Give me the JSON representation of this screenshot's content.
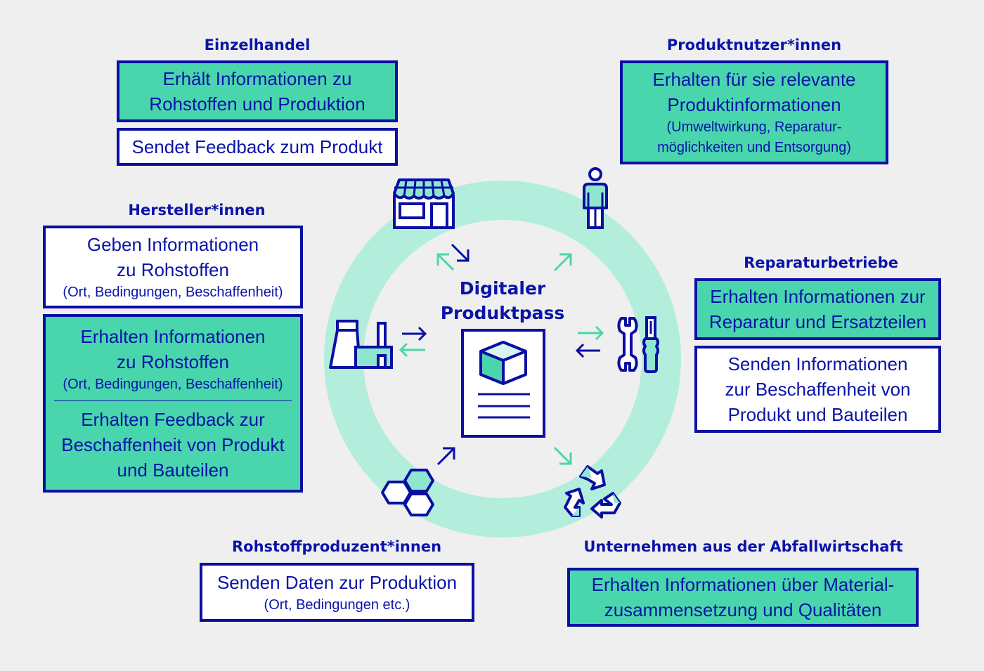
{
  "colors": {
    "navy": "#0a0fa3",
    "green": "#49d6ad",
    "light_green": "#b3eedd",
    "background": "#efefef"
  },
  "center": {
    "title_line1": "Digitaler",
    "title_line2": "Produktpass",
    "icon": "product-passport-document-icon"
  },
  "stakeholders": {
    "einzelhandel": {
      "title": "Einzelhandel",
      "icon": "shop-icon",
      "boxes": [
        {
          "style": "green",
          "line1": "Erhält Informationen zu",
          "line2": "Rohstoffen und Produktion"
        },
        {
          "style": "white",
          "line1": "Sendet Feedback zum Produkt"
        }
      ]
    },
    "produktnutzer": {
      "title": "Produktnutzer*innen",
      "icon": "person-icon",
      "boxes": [
        {
          "style": "green",
          "line1": "Erhalten für sie relevante",
          "line2": "Produktinformationen",
          "note1": "(Umweltwirkung, Reparatur-",
          "note2": "möglichkeiten und Entsorgung)"
        }
      ]
    },
    "hersteller": {
      "title": "Hersteller*innen",
      "icon": "factory-icon",
      "boxes": [
        {
          "style": "white",
          "line1": "Geben Informationen",
          "line2": "zu Rohstoffen",
          "note1": "(Ort, Bedingungen, Beschaffenheit)"
        },
        {
          "style": "green",
          "line1": "Erhalten Informationen",
          "line2": "zu Rohstoffen",
          "note1": "(Ort, Bedingungen, Beschaffenheit)",
          "line3": "Erhalten Feedback zur",
          "line4": "Beschaffenheit von Produkt",
          "line5": "und Bauteilen"
        }
      ]
    },
    "reparaturbetriebe": {
      "title": "Reparaturbetriebe",
      "icon": "tools-icon",
      "boxes": [
        {
          "style": "green",
          "line1": "Erhalten Informationen zur",
          "line2": "Reparatur und Ersatzteilen"
        },
        {
          "style": "white",
          "line1": "Senden Informationen",
          "line2": "zur Beschaffenheit von",
          "line3": "Produkt und Bauteilen"
        }
      ]
    },
    "rohstoffproduzenten": {
      "title": "Rohstoffproduzent*innen",
      "icon": "raw-material-hexagons-icon",
      "boxes": [
        {
          "style": "white",
          "line1": "Senden Daten zur Produktion",
          "note1": "(Ort, Bedingungen etc.)"
        }
      ]
    },
    "abfallwirtschaft": {
      "title": "Unternehmen aus der Abfallwirtschaft",
      "icon": "recycling-icon",
      "boxes": [
        {
          "style": "green",
          "line1": "Erhalten Informationen über Material-",
          "line2": "zusammensetzung und Qualitäten"
        }
      ]
    }
  }
}
